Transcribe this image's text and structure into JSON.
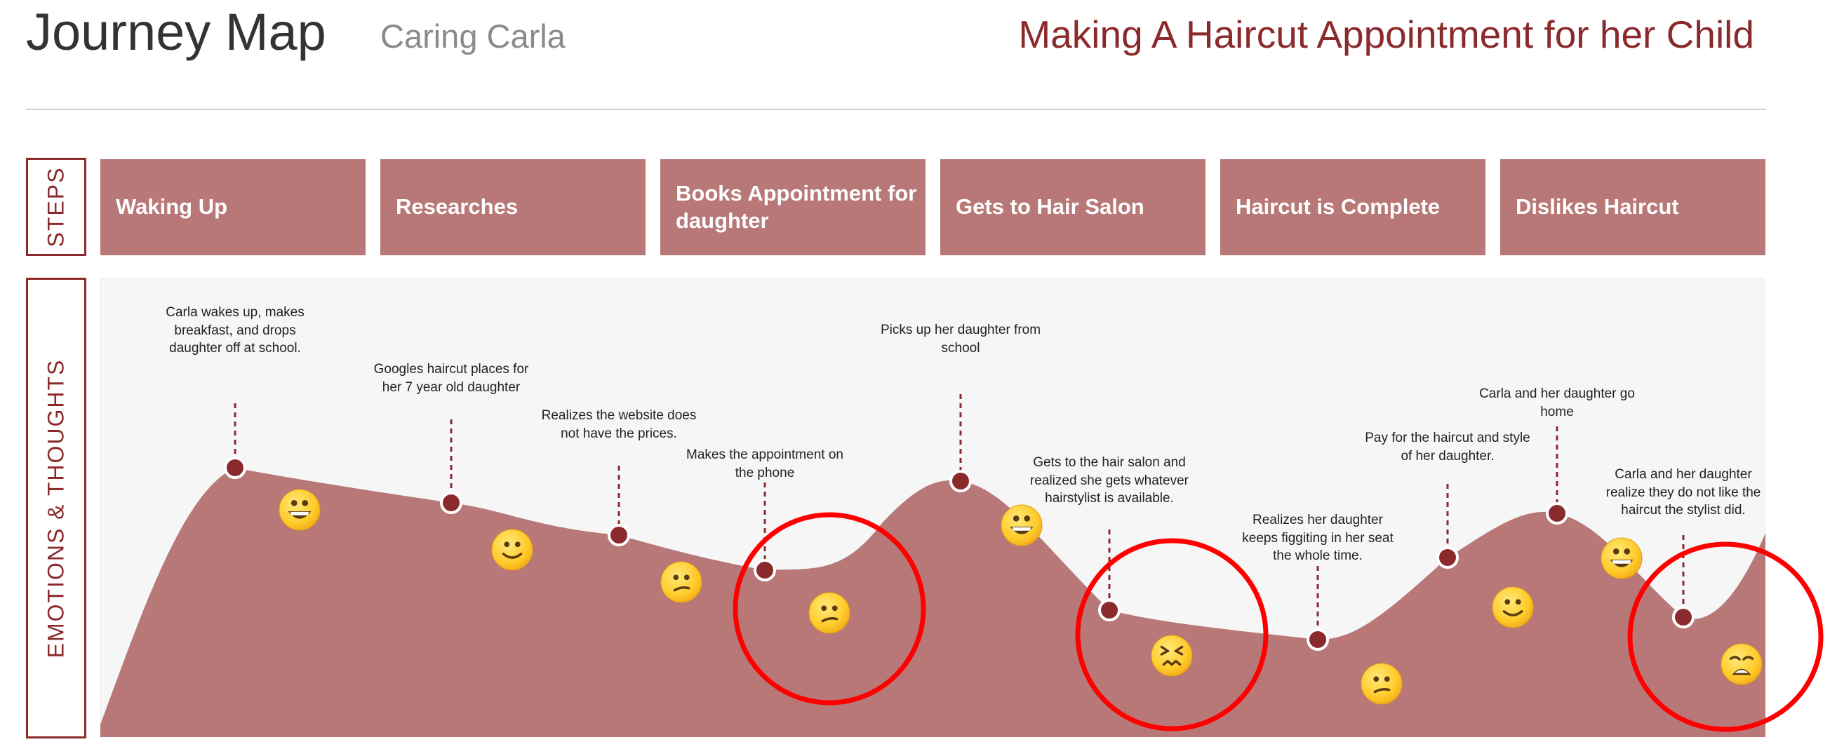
{
  "header": {
    "title": "Journey Map",
    "persona": "Caring Carla",
    "scenario": "Making A Haircut Appointment for her Child"
  },
  "rows": {
    "steps_label": "STEPS",
    "emotions_label": "EMOTIONS & THOUGHTS"
  },
  "steps": [
    {
      "label": "Waking Up"
    },
    {
      "label": "Researches"
    },
    {
      "label": "Books Appointment for daughter"
    },
    {
      "label": "Gets to Hair Salon"
    },
    {
      "label": "Haircut is Complete"
    },
    {
      "label": "Dislikes Haircut"
    }
  ],
  "touchpoints": [
    {
      "text": "Carla wakes up, makes breakfast, and drops daughter off at school."
    },
    {
      "text": "Googles haircut places for her 7 year old daughter"
    },
    {
      "text": "Realizes the website does not have the prices."
    },
    {
      "text": "Makes the appointment on the phone"
    },
    {
      "text": "Picks up her daughter from school"
    },
    {
      "text": "Gets to the hair salon and realized she gets whatever hairstylist is available."
    },
    {
      "text": "Realizes her daughter keeps figgiting in her seat the whole time."
    },
    {
      "text": "Pay for the haircut and style of her daughter."
    },
    {
      "text": "Carla and her daughter go home"
    },
    {
      "text": "Carla and her daughter realize they do not like the haircut the stylist did."
    }
  ],
  "emotions": [
    {
      "icon": "grinning-face-icon"
    },
    {
      "icon": "slightly-smiling-face-icon"
    },
    {
      "icon": "confused-face-icon"
    },
    {
      "icon": "confused-face-icon"
    },
    {
      "icon": "grinning-face-icon"
    },
    {
      "icon": "confounded-face-icon"
    },
    {
      "icon": "confused-face-icon"
    },
    {
      "icon": "slightly-smiling-face-icon"
    },
    {
      "icon": "grinning-face-icon"
    },
    {
      "icon": "weary-face-icon"
    }
  ],
  "highlights": 3,
  "colors": {
    "accent": "#8b2a2d",
    "step_fill": "#b87878",
    "area_fill": "#b87878",
    "highlight": "#ff0000",
    "panel_bg": "#f6f6f6"
  }
}
